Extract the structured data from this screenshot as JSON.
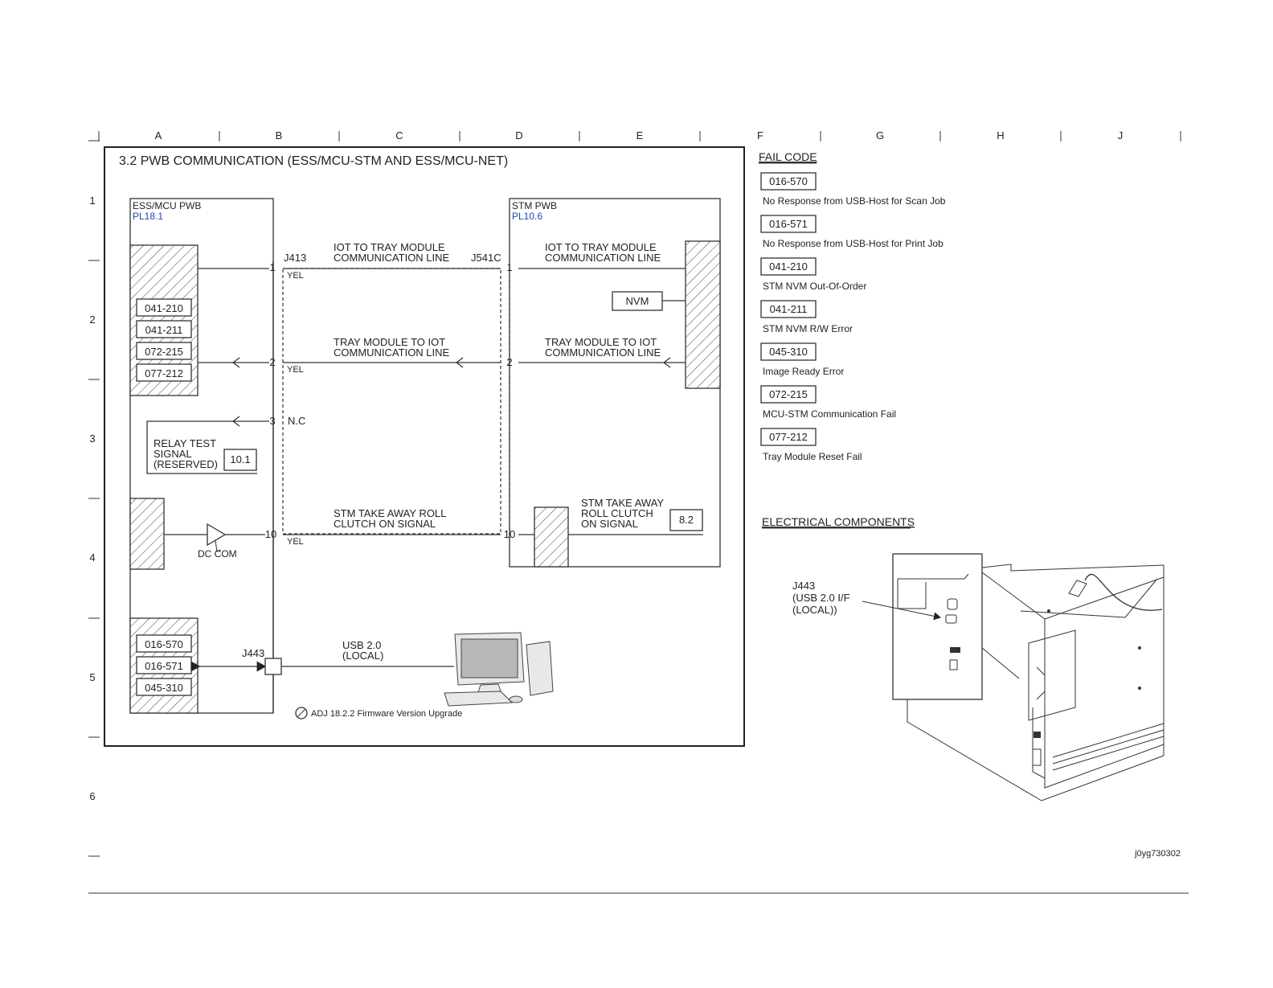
{
  "grid": {
    "columns": [
      "A",
      "B",
      "C",
      "D",
      "E",
      "F",
      "G",
      "H",
      "J"
    ],
    "rows": [
      "1",
      "2",
      "3",
      "4",
      "5",
      "6"
    ]
  },
  "diagram": {
    "title": "3.2 PWB COMMUNICATION (ESS/MCU-STM AND ESS/MCU-NET)",
    "ess_board": {
      "name": "ESS/MCU PWB",
      "ref": "PL18.1"
    },
    "stm_board": {
      "name": "STM PWB",
      "ref": "PL10.6"
    },
    "connectors": {
      "j413": "J413",
      "j541c": "J541C",
      "j443": "J443"
    },
    "pins": {
      "p1": "1",
      "p2": "2",
      "p3": "3",
      "p10": "10"
    },
    "wire_colors": {
      "yel": "YEL",
      "nc": "N.C"
    },
    "signals": {
      "iot_to_tray_1": "IOT TO TRAY MODULE",
      "iot_to_tray_2": "COMMUNICATION LINE",
      "tray_to_iot_1": "TRAY MODULE TO IOT",
      "tray_to_iot_2": "COMMUNICATION LINE",
      "takeaway_1": "STM TAKE AWAY ROLL",
      "takeaway_2": "CLUTCH ON SIGNAL",
      "stm_takeaway_1": "STM TAKE AWAY",
      "stm_takeaway_2": "ROLL CLUTCH",
      "stm_takeaway_3": "ON SIGNAL",
      "relay_1": "RELAY TEST",
      "relay_2": "SIGNAL",
      "relay_3": "(RESERVED)",
      "usb_1": "USB 2.0",
      "usb_2": "(LOCAL)",
      "dc_com": "DC COM",
      "nvm": "NVM"
    },
    "refs": {
      "relay": "10.1",
      "clutch": "8.2"
    },
    "ess_codes_top": [
      "041-210",
      "041-211",
      "072-215",
      "077-212"
    ],
    "ess_codes_bottom": [
      "016-570",
      "016-571",
      "045-310"
    ],
    "adj_note": "ADJ 18.2.2 Firmware Version Upgrade"
  },
  "fail_codes": {
    "heading": "FAIL CODE",
    "items": [
      {
        "code": "016-570",
        "desc": "No Response from USB-Host for Scan Job"
      },
      {
        "code": "016-571",
        "desc": "No Response from USB-Host for Print Job"
      },
      {
        "code": "041-210",
        "desc": "STM NVM Out-Of-Order"
      },
      {
        "code": "041-211",
        "desc": "STM NVM R/W Error"
      },
      {
        "code": "045-310",
        "desc": "Image Ready Error"
      },
      {
        "code": "072-215",
        "desc": "MCU-STM Communication Fail"
      },
      {
        "code": "077-212",
        "desc": "Tray Module Reset Fail"
      }
    ]
  },
  "electrical": {
    "heading": "ELECTRICAL COMPONENTS",
    "callout_1": "J443",
    "callout_2": "(USB 2.0 I/F",
    "callout_3": "(LOCAL))",
    "figure_id": "j0yg730302"
  }
}
